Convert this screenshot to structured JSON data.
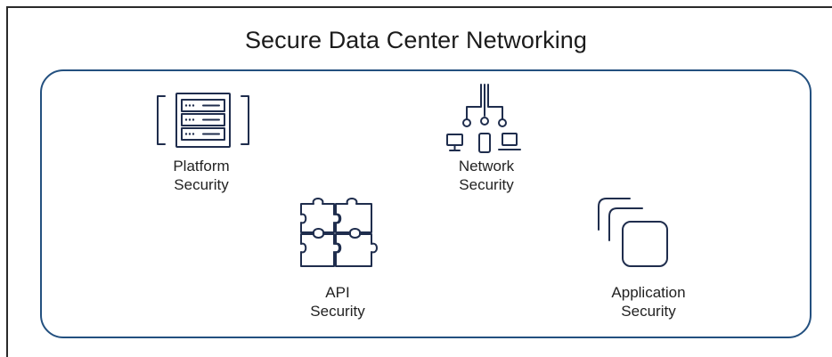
{
  "title": "Secure Data Center Networking",
  "colors": {
    "icon_stroke": "#1f2d4d",
    "group_border": "#23507f",
    "text": "#222222"
  },
  "items": [
    {
      "id": "platform",
      "icon": "server-rack-icon",
      "line1": "Platform",
      "line2": "Security"
    },
    {
      "id": "network",
      "icon": "network-topology-icon",
      "line1": "Network",
      "line2": "Security"
    },
    {
      "id": "api",
      "icon": "puzzle-icon",
      "line1": "API",
      "line2": "Security"
    },
    {
      "id": "application",
      "icon": "stacked-windows-icon",
      "line1": "Application",
      "line2": "Security"
    }
  ]
}
